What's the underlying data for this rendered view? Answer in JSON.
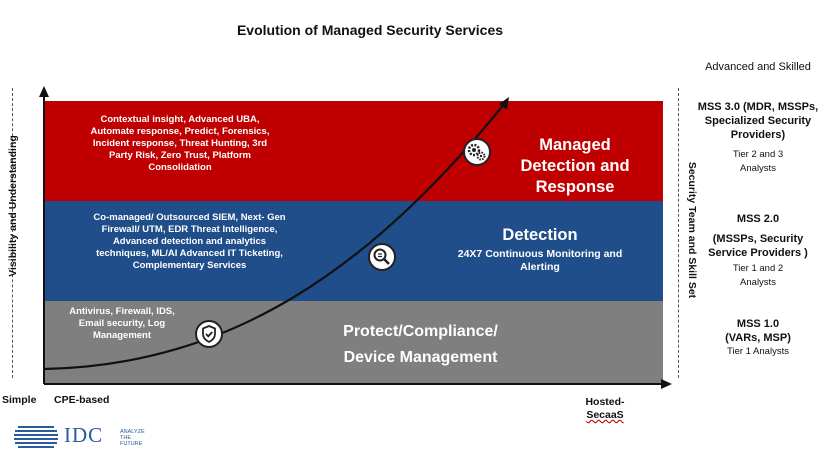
{
  "title": "Evolution of Managed Security Services",
  "y_axis_label": "Visibility and Understanding",
  "right_axis_label": "Security Team and Skill Set",
  "x_axis": {
    "left_label": "Simple",
    "start_label": "CPE-based",
    "end_label_line1": "Hosted-",
    "end_label_line2": "SecaaS"
  },
  "top_right_label": "Advanced and Skilled",
  "bands": {
    "mdr": {
      "features_lines": [
        "Contextual insight, Advanced UBA,",
        "Automate response, Predict, Forensics,",
        "Incident response, Threat Hunting, 3rd",
        "Party Risk, Zero Trust, Platform",
        "Consolidation"
      ],
      "name_lines": [
        "Managed",
        "Detection and",
        "Response"
      ],
      "color": "#c00000"
    },
    "detection": {
      "features_lines": [
        "Co-managed/ Outsourced SIEM, Next- Gen",
        "Firewall/ UTM, EDR Threat Intelligence,",
        "Advanced detection and analytics",
        "techniques, ML/AI  Advanced  IT Ticketing,",
        "Complementary Services"
      ],
      "name": "Detection",
      "subtitle_lines": [
        "24X7 Continuous Monitoring and",
        "Alerting"
      ],
      "color": "#1f4e8a"
    },
    "protect": {
      "features_lines": [
        "Antivirus, Firewall, IDS,",
        "Email security, Log",
        "Management"
      ],
      "name_lines": [
        "Protect/Compliance/",
        "Device Management"
      ],
      "color": "#7f7f7f"
    }
  },
  "tiers": {
    "mss3": {
      "lines": [
        "MSS 3.0 (MDR, MSSPs,",
        "Specialized Security",
        "Providers)"
      ],
      "analysts_lines": [
        "Tier 2 and 3",
        "Analysts"
      ]
    },
    "mss2": {
      "lines": [
        "MSS 2.0",
        "(MSSPs, Security",
        "Service Providers )"
      ],
      "analysts_lines": [
        "Tier 1 and 2",
        "Analysts"
      ]
    },
    "mss1": {
      "lines": [
        "MSS 1.0",
        "(VARs, MSP)"
      ],
      "analysts_lines": [
        "Tier 1 Analysts"
      ]
    }
  },
  "icons": [
    "gears-icon",
    "magnifier-icon",
    "shield-check-icon"
  ],
  "logo": {
    "text": "IDC",
    "tagline_lines": [
      "ANALYZE",
      "THE",
      "FUTURE"
    ]
  }
}
